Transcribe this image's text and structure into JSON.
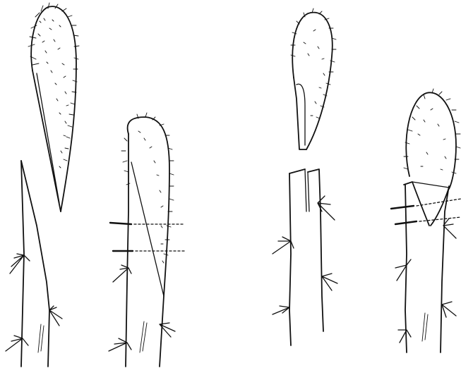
{
  "image": {
    "style": "black ink line illustration",
    "background_color": "#ffffff",
    "ink_color": "#111111"
  },
  "panels": [
    {
      "id": "whip-graft",
      "parts": [
        "scion",
        "stock",
        "united-graft"
      ]
    },
    {
      "id": "cleft-graft",
      "parts": [
        "scion",
        "split-stock",
        "united-graft"
      ]
    }
  ]
}
